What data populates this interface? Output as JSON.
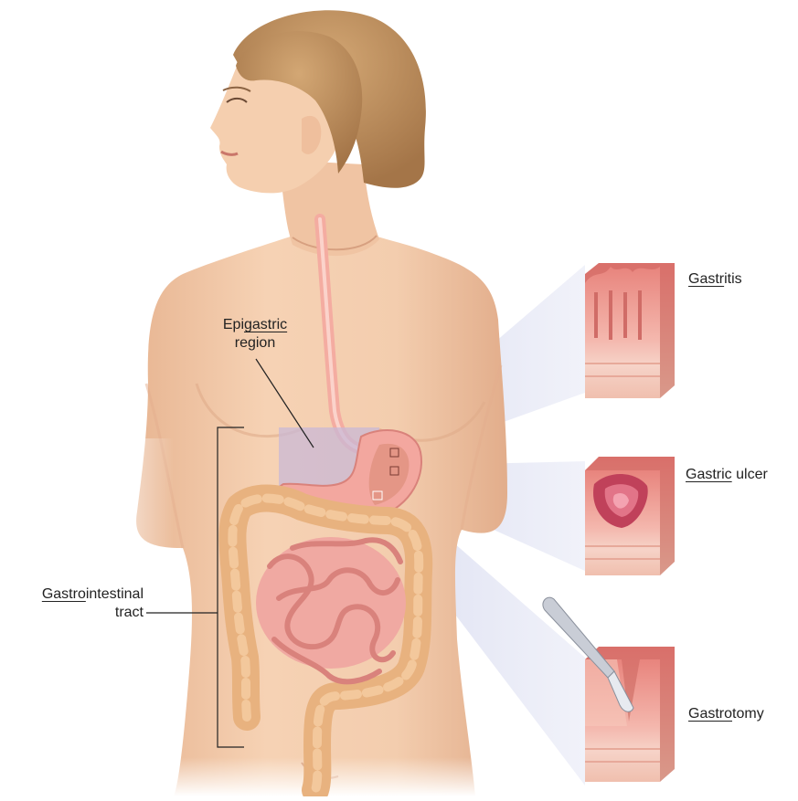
{
  "labels": {
    "epigastric": {
      "prefix": "Epi",
      "root": "gastric",
      "suffix": "",
      "line2": "region"
    },
    "gastrointestinal": {
      "prefix": "",
      "root": "Gastro",
      "suffix": "intestinal",
      "line2": "tract"
    },
    "gastritis": {
      "prefix": "",
      "root": "Gastr",
      "suffix": "itis"
    },
    "gastric_ulcer": {
      "prefix": "",
      "root": "Gastric",
      "suffix": " ulcer"
    },
    "gastrotomy": {
      "prefix": "",
      "root": "Gastro",
      "suffix": "tomy"
    }
  },
  "colors": {
    "skin": "#f2c9a9",
    "skin_shadow": "#e0a987",
    "hair": "#b98a5a",
    "stomach": "#f0a29a",
    "intestine": "#e99a94",
    "colon": "#e9b483",
    "epigastric_box": "#c9b8d6",
    "callout_ray": "#d8dbef"
  }
}
